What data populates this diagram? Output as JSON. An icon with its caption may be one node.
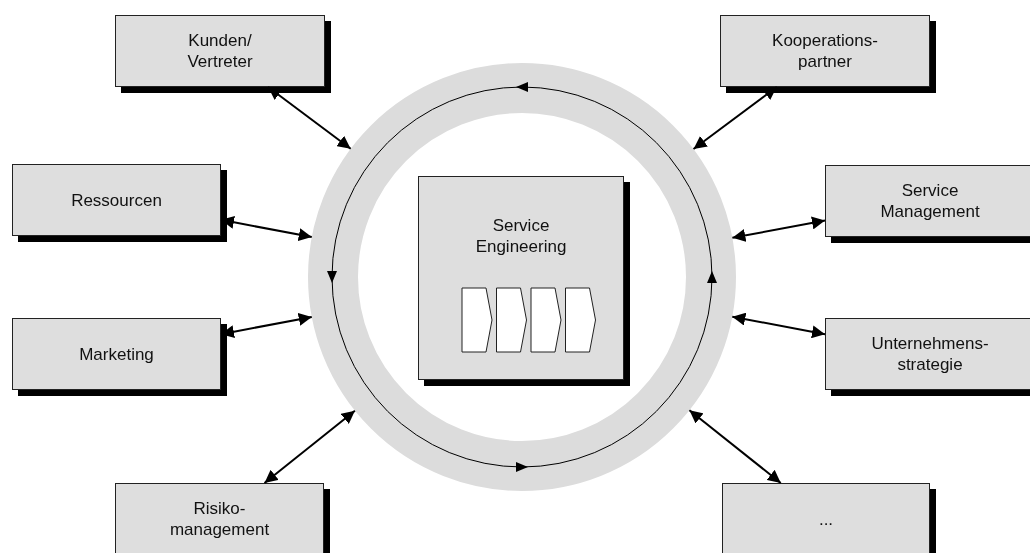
{
  "diagram": {
    "nodes": [
      {
        "text": [],
        "shape": "circle"
      },
      {
        "text": [
          "Service Engineering"
        ],
        "in": 0
      },
      {
        "text": [
          "Kunden/ Vertreter"
        ]
      },
      {
        "text": [
          "Kooperations- partner"
        ]
      },
      {
        "text": [
          "Ressourcen"
        ]
      },
      {
        "text": [
          "Service Management"
        ]
      },
      {
        "text": [
          "Marketing"
        ]
      },
      {
        "text": [
          "Unternehmens- strategie"
        ]
      },
      {
        "text": [
          "Risiko- management"
        ]
      },
      {
        "text": [
          "..."
        ]
      }
    ],
    "edges": [
      {
        "from": 2,
        "to": 0,
        "arrow": "both"
      },
      {
        "from": 3,
        "to": 0,
        "arrow": "both"
      },
      {
        "from": 4,
        "to": 0,
        "arrow": "both"
      },
      {
        "from": 5,
        "to": 0,
        "arrow": "both"
      },
      {
        "from": 6,
        "to": 0,
        "arrow": "both"
      },
      {
        "from": 7,
        "to": 0,
        "arrow": "both"
      },
      {
        "from": 8,
        "to": 0,
        "arrow": "both"
      },
      {
        "from": 9,
        "to": 0,
        "arrow": "both"
      }
    ]
  }
}
